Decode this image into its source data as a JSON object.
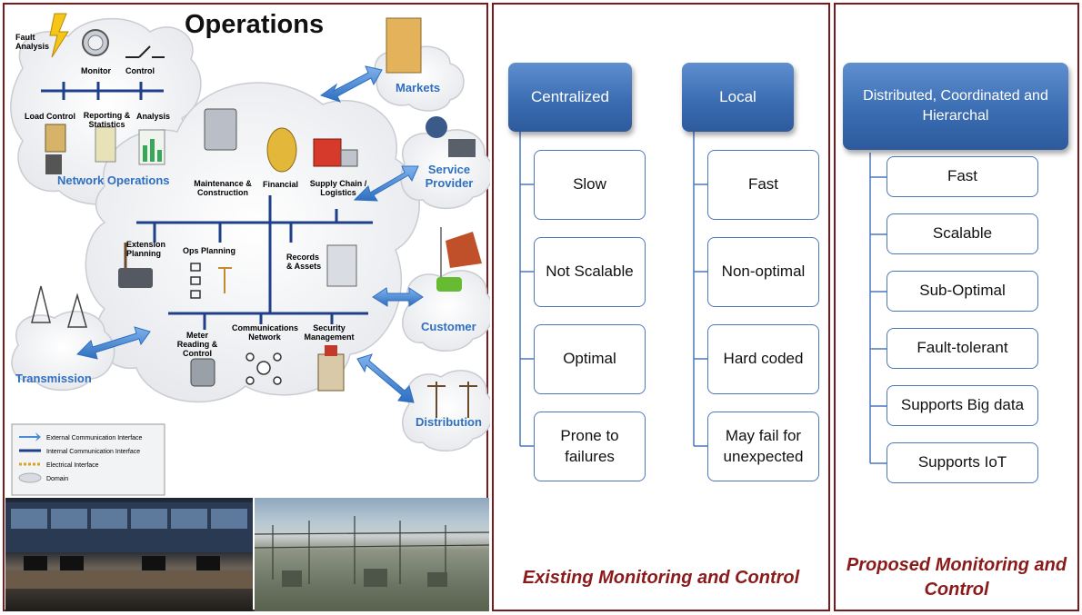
{
  "operations": {
    "title": "Operations",
    "top_labels": [
      "Fault Analysis",
      "Monitor",
      "Control"
    ],
    "mid_labels": [
      "Load Control",
      "Reporting & Statistics",
      "Analysis"
    ],
    "network_operations": "Network Operations",
    "center_labels": {
      "maintenance": "Maintenance & Construction",
      "financial": "Financial",
      "supply_chain": "Supply Chain / Logistics",
      "extension_planning": "Extension Planning",
      "ops_planning": "Ops Planning",
      "records_assets": "Records & Assets",
      "meter_reading": "Meter Reading & Control",
      "communications": "Communications Network",
      "security": "Security Management"
    },
    "domains": {
      "markets": "Markets",
      "service_provider": "Service Provider",
      "customer": "Customer",
      "transmission": "Transmission",
      "distribution": "Distribution"
    },
    "legend": [
      {
        "label": "External Communication Interface",
        "color": "#4a8ad6"
      },
      {
        "label": "Internal Communication Interface",
        "color": "#1f3f8a"
      },
      {
        "label": "Electrical Interface",
        "color": "#e0a020"
      },
      {
        "label": "Domain",
        "color": "#d8dce2"
      }
    ]
  },
  "existing": {
    "centralized": {
      "header": "Centralized",
      "items": [
        "Slow",
        "Not Scalable",
        "Optimal",
        "Prone to failures"
      ]
    },
    "local": {
      "header": "Local",
      "items": [
        "Fast",
        "Non-optimal",
        "Hard coded",
        "May fail for unexpected"
      ]
    },
    "caption": "Existing Monitoring and Control"
  },
  "proposed": {
    "header": "Distributed, Coordinated and Hierarchal",
    "items": [
      "Fast",
      "Scalable",
      "Sub-Optimal",
      "Fault-tolerant",
      "Supports Big data",
      "Supports IoT"
    ],
    "caption": "Proposed Monitoring and Control"
  },
  "colors": {
    "panel_border": "#7a1a1a",
    "caption": "#8b1a1a",
    "box_blue": "#3b6db3",
    "arrow_blue": "#4a8ad6"
  }
}
